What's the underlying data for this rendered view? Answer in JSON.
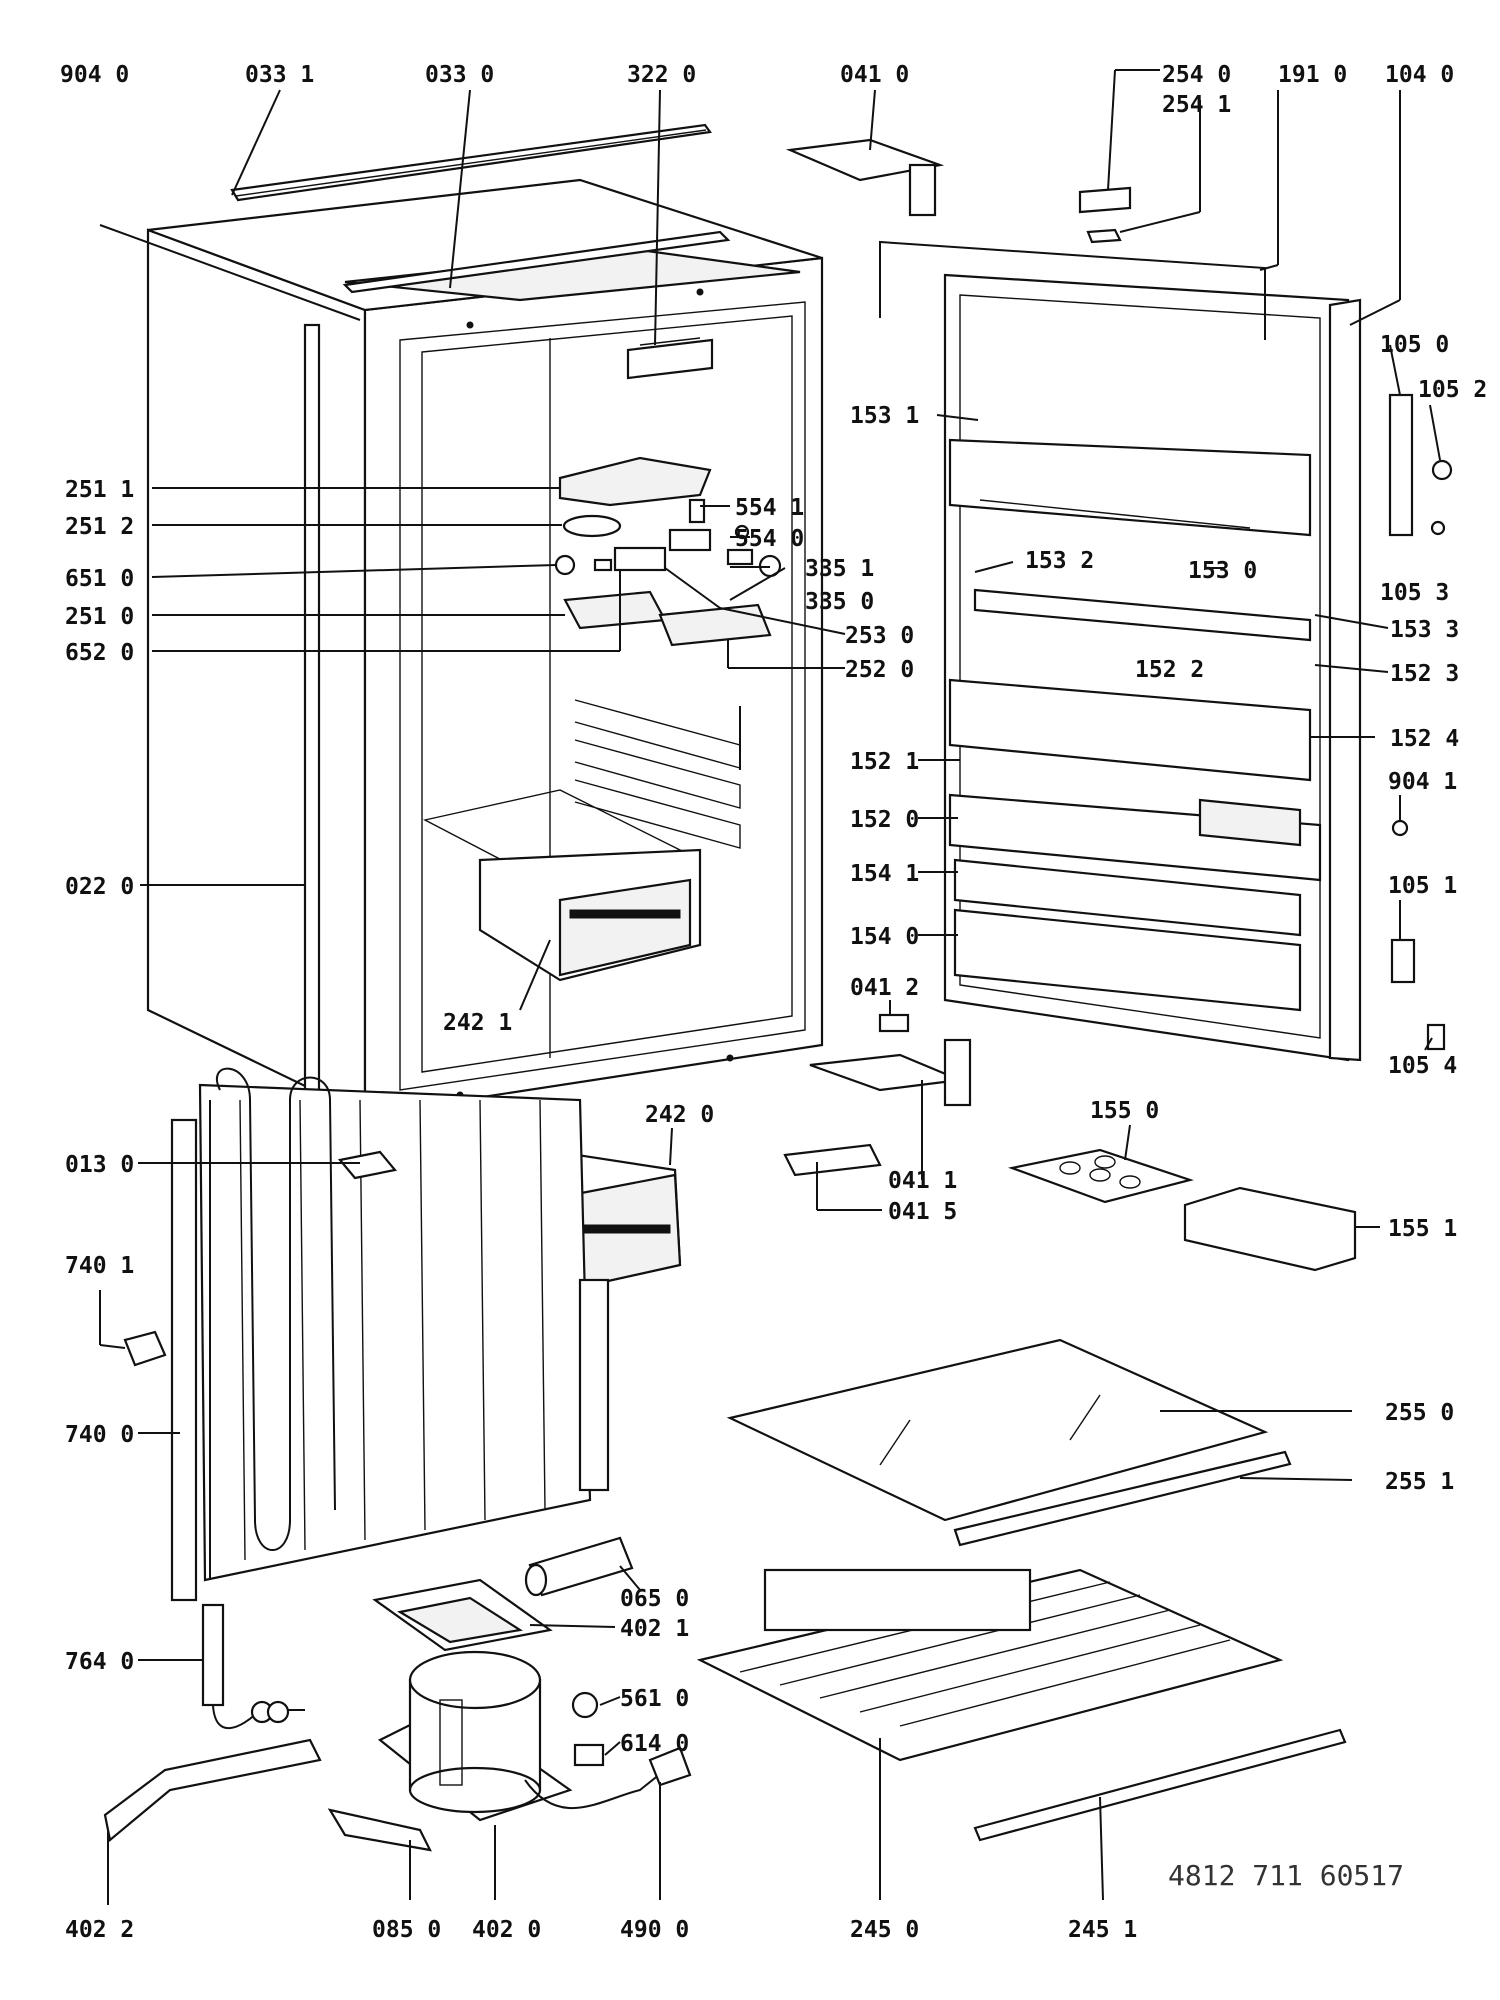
{
  "labels": {
    "l9040": "904 0",
    "l0331": "033 1",
    "l0330": "033 0",
    "l3220": "322 0",
    "l0410": "041 0",
    "l2540": "254 0",
    "l2541": "254 1",
    "l1910": "191 0",
    "l1040": "104 0",
    "l1050": "105 0",
    "l1052": "105 2",
    "l1531": "153 1",
    "l2511": "251 1",
    "l5541": "554 1",
    "l2512": "251 2",
    "l5540": "554 0",
    "l6510": "651 0",
    "l3351": "335 1",
    "l1532": "153 2",
    "l1530": "153 0",
    "l2510": "251 0",
    "l3350": "335 0",
    "l1053": "105 3",
    "l6520": "652 0",
    "l2530": "253 0",
    "l1533": "153 3",
    "l2520": "252 0",
    "l1522": "152 2",
    "l1523": "152 3",
    "l1524": "152 4",
    "l1521": "152 1",
    "l9041": "904 1",
    "l1520": "152 0",
    "l0220": "022 0",
    "l1541": "154 1",
    "l1051": "105 1",
    "l1540": "154 0",
    "l0412": "041 2",
    "l2421": "242 1",
    "l1054": "105 4",
    "l1550": "155 0",
    "l2420": "242 0",
    "l0130": "013 0",
    "l0411": "041 1",
    "l0415": "041 5",
    "l1551": "155 1",
    "l7401": "740 1",
    "l7400": "740 0",
    "l2550": "255 0",
    "l2551": "255 1",
    "l0650": "065 0",
    "l4021": "402 1",
    "l7640": "764 0",
    "l5610": "561 0",
    "l6140": "614 0",
    "l4022": "402 2",
    "l0850": "085 0",
    "l4020": "402 0",
    "l4900": "490 0",
    "l2450": "245 0",
    "l2451": "245 1"
  },
  "doc_code": "4812  711  60517"
}
